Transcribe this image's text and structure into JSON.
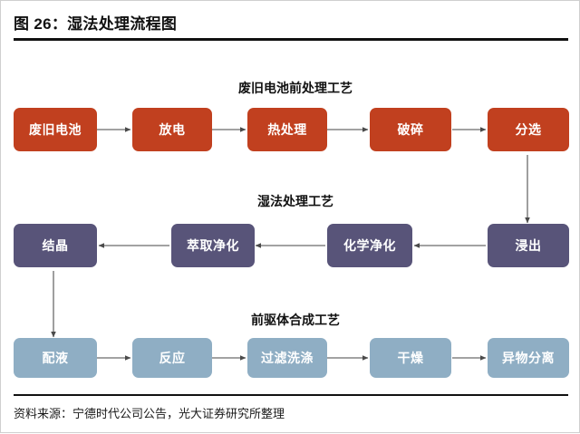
{
  "figure": {
    "title": "图 26：湿法处理流程图",
    "source": "资料来源：宁德时代公司公告，光大证券研究所整理"
  },
  "colors": {
    "pretreatment": "#C1401F",
    "hydrometallurgy": "#585479",
    "precursor": "#8FAEC4",
    "connector": "#6b6b6b",
    "rule": "#111111"
  },
  "sections": [
    {
      "id": "pretreatment",
      "heading": "废旧电池前处理工艺"
    },
    {
      "id": "hydrometallurgy",
      "heading": "湿法处理工艺"
    },
    {
      "id": "precursor",
      "heading": "前驱体合成工艺"
    }
  ],
  "nodes": {
    "row1": [
      {
        "id": "waste-battery",
        "label": "废旧电池"
      },
      {
        "id": "discharge",
        "label": "放电"
      },
      {
        "id": "heat-treatment",
        "label": "热处理"
      },
      {
        "id": "crushing",
        "label": "破碎"
      },
      {
        "id": "sorting",
        "label": "分选"
      }
    ],
    "row2": [
      {
        "id": "crystallization",
        "label": "结晶"
      },
      {
        "id": "extraction-purify",
        "label": "萃取净化"
      },
      {
        "id": "chemical-purify",
        "label": "化学净化"
      },
      {
        "id": "leaching",
        "label": "浸出"
      }
    ],
    "row3": [
      {
        "id": "solution-prep",
        "label": "配液"
      },
      {
        "id": "reaction",
        "label": "反应"
      },
      {
        "id": "filter-wash",
        "label": "过滤洗涤"
      },
      {
        "id": "drying",
        "label": "干燥"
      },
      {
        "id": "foreign-separation",
        "label": "异物分离"
      }
    ]
  },
  "flow": {
    "row1_direction": "left-to-right",
    "row2_direction": "right-to-left",
    "row3_direction": "left-to-right",
    "vertical_links": [
      {
        "from": "sorting",
        "to": "leaching"
      },
      {
        "from": "crystallization",
        "to": "solution-prep"
      }
    ]
  }
}
